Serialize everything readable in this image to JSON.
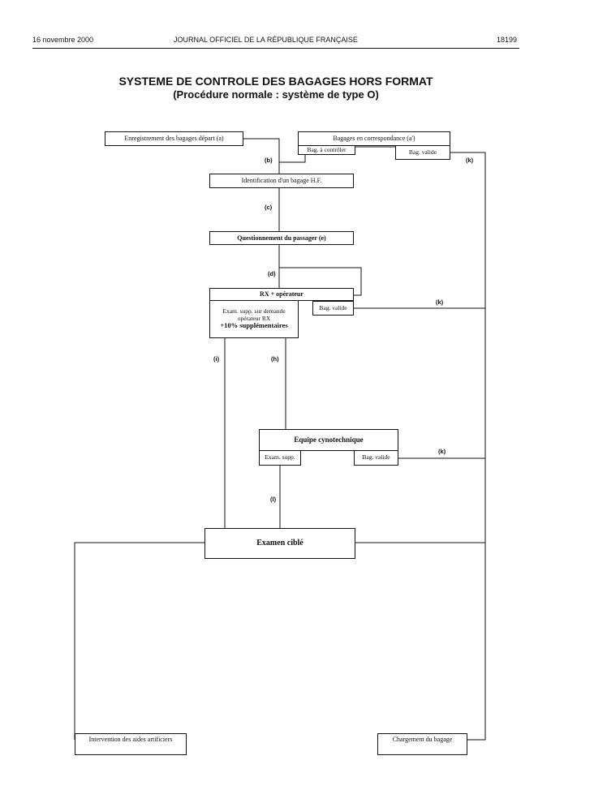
{
  "header": {
    "date": "16 novembre 2000",
    "journal": "JOURNAL OFFICIEL DE LA RÉPUBLIQUE FRANÇAISE",
    "page_number": "18199"
  },
  "title": {
    "line1": "SYSTEME DE CONTROLE DES BAGAGES HORS FORMAT",
    "line2": "(Procédure normale : système de type O)"
  },
  "boxes": {
    "enregistrement": "Enregistrement des bagages départ (a)",
    "correspondance": "Bagages en correspondance (a')",
    "bag_a_controler": "Bag. à contrôler",
    "bag_valide_top": "Bag. valide",
    "identification": "Identification d'un bagage H.F.",
    "questionnement": "Questionnement du passager (e)",
    "rx_operateur": "RX + opérateur",
    "exam_supp_rx_line1": "Exam. supp.  sur demande",
    "exam_supp_rx_line2": "opérateur RX",
    "exam_supp_rx_line3": "+10% supplémentaires",
    "bag_valide_rx": "Bag. valide",
    "equipe_cyno": "Equipe cynotechnique",
    "exam_supp_cyno": "Exam. supp.",
    "bag_valide_cyno": "Bag. valide",
    "examen_cible": "Examen  ciblé",
    "intervention": "Intervention des aides artificiers",
    "chargement": "Chargement du bagage"
  },
  "edge_labels": {
    "b": "(b)",
    "k1": "(k)",
    "c": "(c)",
    "d": "(d)",
    "k2": "(k)",
    "i": "(i)",
    "h": "(h)",
    "k3": "(k)",
    "l": "(l)"
  }
}
